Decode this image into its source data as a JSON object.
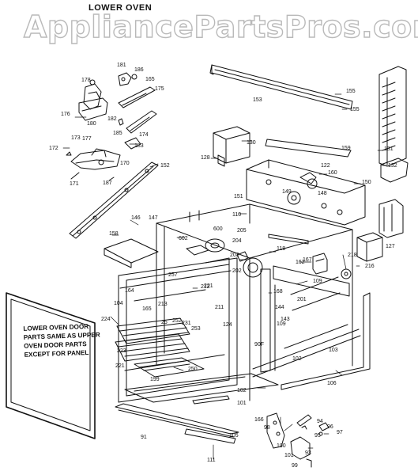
{
  "title": "LOWER OVEN",
  "watermark": "AppliancePartsPros.com",
  "note_lines": [
    "LOWER OVEN DOOR",
    "PARTS SAME AS UPPER",
    "OVEN DOOR PARTS",
    "EXCEPT FOR PANEL"
  ],
  "part_numbers": [
    "178",
    "181",
    "186",
    "165",
    "175",
    "176",
    "180",
    "182",
    "174",
    "185",
    "173",
    "177",
    "183",
    "172",
    "170",
    "171",
    "187",
    "152",
    "153",
    "155",
    "155",
    "131",
    "130",
    "128",
    "159",
    "132",
    "122",
    "160",
    "151",
    "149",
    "148",
    "150",
    "110",
    "146",
    "147",
    "158",
    "602",
    "600",
    "205",
    "204",
    "118",
    "167",
    "127",
    "203",
    "162",
    "216",
    "218",
    "202",
    "109",
    "257",
    "221",
    "164",
    "104",
    "212",
    "211",
    "168",
    "201",
    "144",
    "165",
    "213",
    "124",
    "143",
    "109",
    "224",
    "252",
    "25",
    "231",
    "253",
    "223",
    "221",
    "250",
    "90F",
    "103",
    "102",
    "106",
    "199",
    "102",
    "101",
    "166",
    "98",
    "94",
    "96",
    "95",
    "97",
    "93",
    "100",
    "91",
    "105",
    "101",
    "111",
    "99"
  ]
}
